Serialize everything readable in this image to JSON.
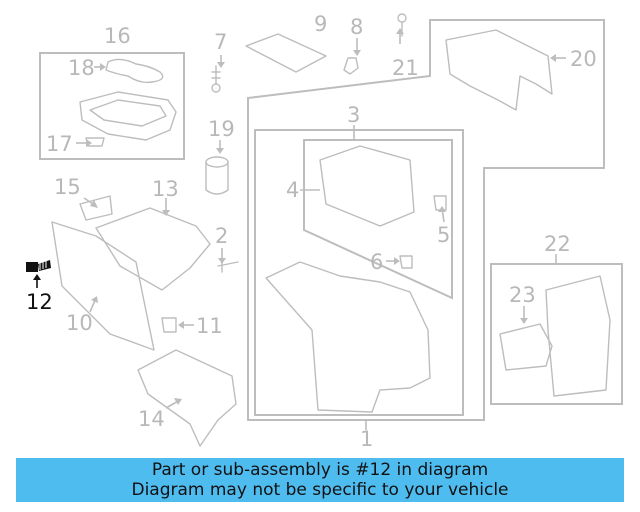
{
  "callouts": {
    "c1": "1",
    "c2": "2",
    "c3": "3",
    "c4": "4",
    "c5": "5",
    "c6": "6",
    "c7": "7",
    "c8": "8",
    "c9": "9",
    "c10": "10",
    "c11": "11",
    "c12": "12",
    "c13": "13",
    "c14": "14",
    "c15": "15",
    "c16": "16",
    "c17": "17",
    "c18": "18",
    "c19": "19",
    "c20": "20",
    "c21": "21",
    "c22": "22",
    "c23": "23"
  },
  "highlighted_part": "12",
  "colors": {
    "highlight": "#111111",
    "faded": "#bdbdbd",
    "banner": "#4fbcf0"
  },
  "banner": {
    "line1": "Part or sub-assembly is #12 in diagram",
    "line2": "Diagram may not be specific to your vehicle"
  }
}
